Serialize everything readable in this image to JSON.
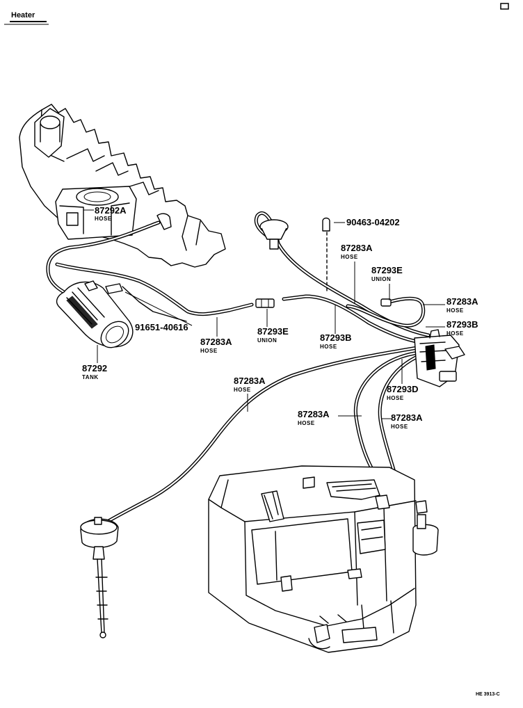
{
  "header": {
    "title": "Heater"
  },
  "footer": {
    "ref_code": "HE 3913-C"
  },
  "callouts": [
    {
      "id": "c1",
      "part_number": "87292A",
      "description": "HOSE"
    },
    {
      "id": "c2",
      "part_number": "90463-04202",
      "description": ""
    },
    {
      "id": "c3",
      "part_number": "87283A",
      "description": "HOSE"
    },
    {
      "id": "c4",
      "part_number": "87293E",
      "description": "UNION"
    },
    {
      "id": "c5",
      "part_number": "87283A",
      "description": "HOSE"
    },
    {
      "id": "c6",
      "part_number": "87293B",
      "description": "HOSE"
    },
    {
      "id": "c7",
      "part_number": "91651-40616",
      "description": ""
    },
    {
      "id": "c8",
      "part_number": "87283A",
      "description": "HOSE"
    },
    {
      "id": "c9",
      "part_number": "87293E",
      "description": "UNION"
    },
    {
      "id": "c10",
      "part_number": "87293B",
      "description": "HOSE"
    },
    {
      "id": "c11",
      "part_number": "87292",
      "description": "TANK"
    },
    {
      "id": "c12",
      "part_number": "87283A",
      "description": "HOSE"
    },
    {
      "id": "c13",
      "part_number": "87293D",
      "description": "HOSE"
    },
    {
      "id": "c14",
      "part_number": "87283A",
      "description": "HOSE"
    },
    {
      "id": "c15",
      "part_number": "87283A",
      "description": "HOSE"
    }
  ]
}
